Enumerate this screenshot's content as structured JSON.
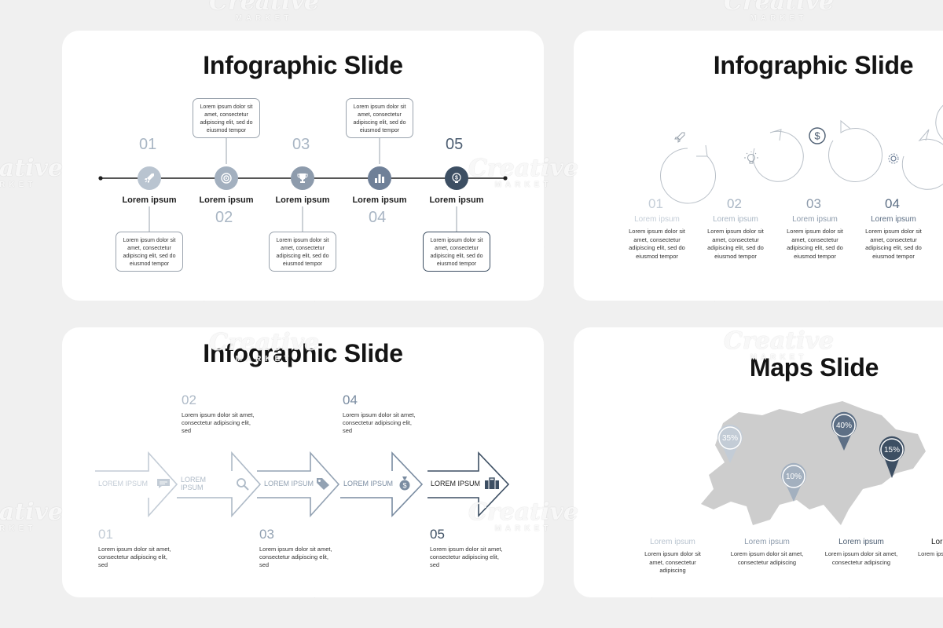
{
  "slide1": {
    "title": "Infographic Slide",
    "steps": [
      {
        "num": "01",
        "label": "Lorem ipsum",
        "text": "Lorem ipsum dolor sit amet, consectetur adipiscing elit, sed do eiusmod tempor",
        "icon": "rocket-icon"
      },
      {
        "num": "02",
        "label": "Lorem ipsum",
        "text": "Lorem ipsum dolor sit amet, consectetur adipiscing elit, sed do eiusmod tempor",
        "icon": "target-icon"
      },
      {
        "num": "03",
        "label": "Lorem ipsum",
        "text": "Lorem ipsum dolor sit amet, consectetur adipiscing elit, sed do eiusmod tempor",
        "icon": "trophy-icon"
      },
      {
        "num": "04",
        "label": "Lorem ipsum",
        "text": "Lorem ipsum dolor sit amet, consectetur adipiscing elit, sed do eiusmod tempor",
        "icon": "bar-chart-icon"
      },
      {
        "num": "05",
        "label": "Lorem ipsum",
        "text": "Lorem ipsum dolor sit amet, consectetur adipiscing elit, sed do eiusmod tempor",
        "icon": "money-bulb-icon"
      }
    ],
    "colors": [
      "#b9c4d0",
      "#a3b0bf",
      "#8d9bac",
      "#6f8098",
      "#3d4f63"
    ]
  },
  "slide2": {
    "title": "Infographic Slide",
    "steps": [
      {
        "num": "01",
        "label": "Lorem ipsum",
        "text": "Lorem ipsum dolor sit amet, consectetur adipiscing elit, sed do eiusmod tempor",
        "icon": "rocket-icon"
      },
      {
        "num": "02",
        "label": "Lorem ipsum",
        "text": "Lorem ipsum dolor sit amet, consectetur adipiscing elit, sed do eiusmod tempor",
        "icon": "lightbulb-icon"
      },
      {
        "num": "03",
        "label": "Lorem ipsum",
        "text": "Lorem ipsum dolor sit amet, consectetur adipiscing elit, sed do eiusmod tempor",
        "icon": "dollar-icon"
      },
      {
        "num": "04",
        "label": "Lorem ipsum",
        "text": "Lorem ipsum dolor sit amet, consectetur adipiscing elit, sed do eiusmod tempor",
        "icon": "gear-icon"
      },
      {
        "icon": "target-icon"
      }
    ]
  },
  "slide3": {
    "title": "Infographic Slide",
    "steps": [
      {
        "num": "01",
        "arrow_label": "LOREM IPSUM",
        "text": "Lorem ipsum dolor sit amet, consectetur adipiscing elit, sed",
        "icon": "chat-icon"
      },
      {
        "num": "02",
        "arrow_label": "LOREM IPSUM",
        "text": "Lorem ipsum dolor sit amet, consectetur adipiscing elit, sed",
        "icon": "search-icon"
      },
      {
        "num": "03",
        "arrow_label": "LOREM IPSUM",
        "text": "Lorem ipsum dolor sit amet, consectetur adipiscing elit, sed",
        "icon": "tag-icon"
      },
      {
        "num": "04",
        "arrow_label": "LOREM IPSUM",
        "text": "Lorem ipsum dolor sit amet, consectetur adipiscing elit, sed",
        "icon": "money-bag-icon"
      },
      {
        "num": "05",
        "arrow_label": "LOREM IPSUM",
        "text": "Lorem ipsum dolor sit amet, consectetur adipiscing elit, sed",
        "icon": "briefcase-icon"
      }
    ],
    "colors": [
      "#c3ccd6",
      "#aebac7",
      "#93a2b3",
      "#7a8ca1",
      "#3d4f63"
    ]
  },
  "slide4": {
    "title": "Maps Slide",
    "markers": [
      {
        "value": "35%",
        "color": "#c3ccd6"
      },
      {
        "value": "40%",
        "color": "#5d6f85"
      },
      {
        "value": "10%",
        "color": "#a3b0bf"
      },
      {
        "value": "15%",
        "color": "#3d4f63"
      }
    ],
    "columns": [
      {
        "label": "Lorem ipsum",
        "text": "Lorem ipsum dolor sit amet, consectetur adipiscing",
        "color": "#b9c4d0"
      },
      {
        "label": "Lorem ipsum",
        "text": "Lorem ipsum dolor sit amet, consectetur adipiscing",
        "color": "#8d9bac"
      },
      {
        "label": "Lorem ipsum",
        "text": "Lorem ipsum dolor sit amet, consectetur adipiscing",
        "color": "#4d5e72"
      },
      {
        "label": "Lor",
        "text": "Lorem ipsum"
      }
    ]
  },
  "watermark": {
    "brand": "Creative",
    "sub": "MARKET"
  }
}
